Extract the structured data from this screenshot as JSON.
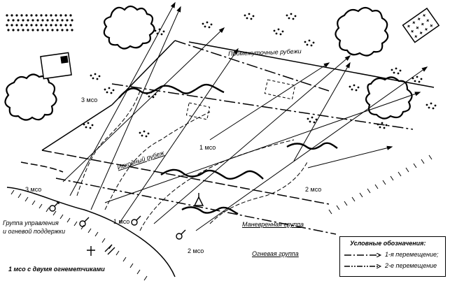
{
  "labels": {
    "intermediate_lines": "Промежуточные рубежи",
    "start_line": "Исходный рубеж",
    "mso_3_upper": "3 мсо",
    "mso_3_lower": "3 мсо",
    "mso_1_center": "1 мсо",
    "mso_1_lower": "1 мсо",
    "mso_2_right": "2 мсо",
    "mso_2_lower": "2 мсо",
    "control_group_line1": "Группа управления",
    "control_group_line2": "и огневой поддержки",
    "maneuver_group": "Маневренная группа",
    "fire_group": "Огневая группа",
    "bottom_caption": "1 мсо с двумя огнеметчиками"
  },
  "legend": {
    "title": "Условные обозначения:",
    "items": [
      {
        "label": "1-я перемещение;",
        "style": "dash-dot"
      },
      {
        "label": "2-е перемещение",
        "style": "dash-dot-dot"
      }
    ]
  },
  "colors": {
    "ink": "#000000",
    "paper": "#ffffff"
  }
}
